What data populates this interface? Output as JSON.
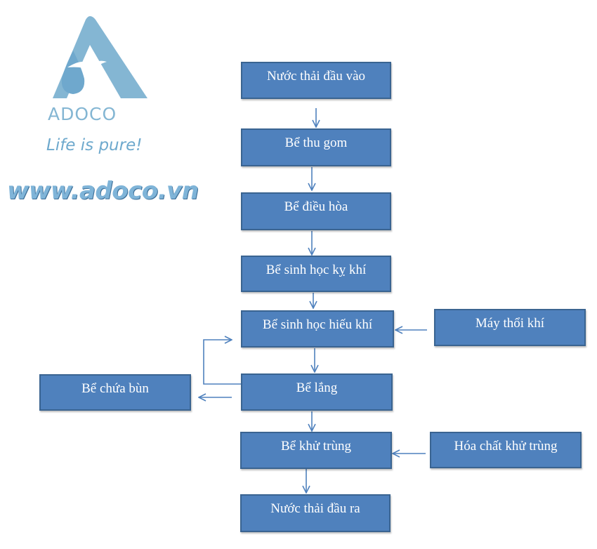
{
  "brand": {
    "name": "ADOCO",
    "tagline": "Life is pure!",
    "website": "www.adoco.vn"
  },
  "colors": {
    "box_fill": "#4f81bd",
    "box_border": "#3a6491",
    "arrow": "#4f81bd",
    "logo": "#84b6d3"
  },
  "flow": {
    "nodes": {
      "input": "Nước thải đầu vào",
      "collection_tank": "Bể thu gom",
      "equalization_tank": "Bể điều hòa",
      "anaerobic_tank": "Bể sinh học kỵ khí",
      "aerobic_tank": "Bể sinh học hiếu khí",
      "blower": "Máy thổi khí",
      "settling_tank": "Bể lắng",
      "sludge_tank": "Bể chứa bùn",
      "disinfection_tank": "Bể khử trùng",
      "disinfection_chemical": "Hóa chất khử trùng",
      "output": "Nước thải đầu ra"
    }
  }
}
